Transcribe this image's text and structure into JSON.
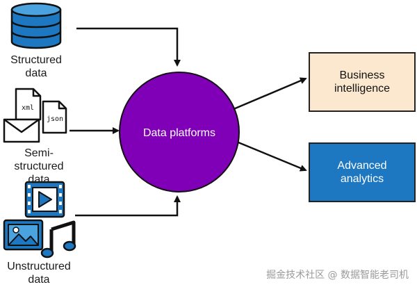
{
  "sources": [
    {
      "line1": "Structured",
      "line2": "data",
      "icon": "database-icon"
    },
    {
      "line1": "Semi-structured",
      "line2": "data",
      "icon": "documents-envelope-icon",
      "doc_labels": [
        "xml",
        "json"
      ]
    },
    {
      "line1": "Unstructured",
      "line2": "data",
      "icon": "media-files-icon"
    }
  ],
  "center": {
    "label": "Data platforms",
    "color": "#8000b8"
  },
  "outputs": [
    {
      "line1": "Business",
      "line2": "intelligence",
      "fill": "#fbe8cf",
      "text_color": "#111111"
    },
    {
      "line1": "Advanced",
      "line2": "analytics",
      "fill": "#1d78c1",
      "text_color": "#ffffff"
    }
  ],
  "colors": {
    "icon_blue": "#1d78c1",
    "icon_light_blue": "#4aa3df",
    "stroke": "#111111"
  },
  "watermark": "掘金技术社区 @ 数据智能老司机"
}
